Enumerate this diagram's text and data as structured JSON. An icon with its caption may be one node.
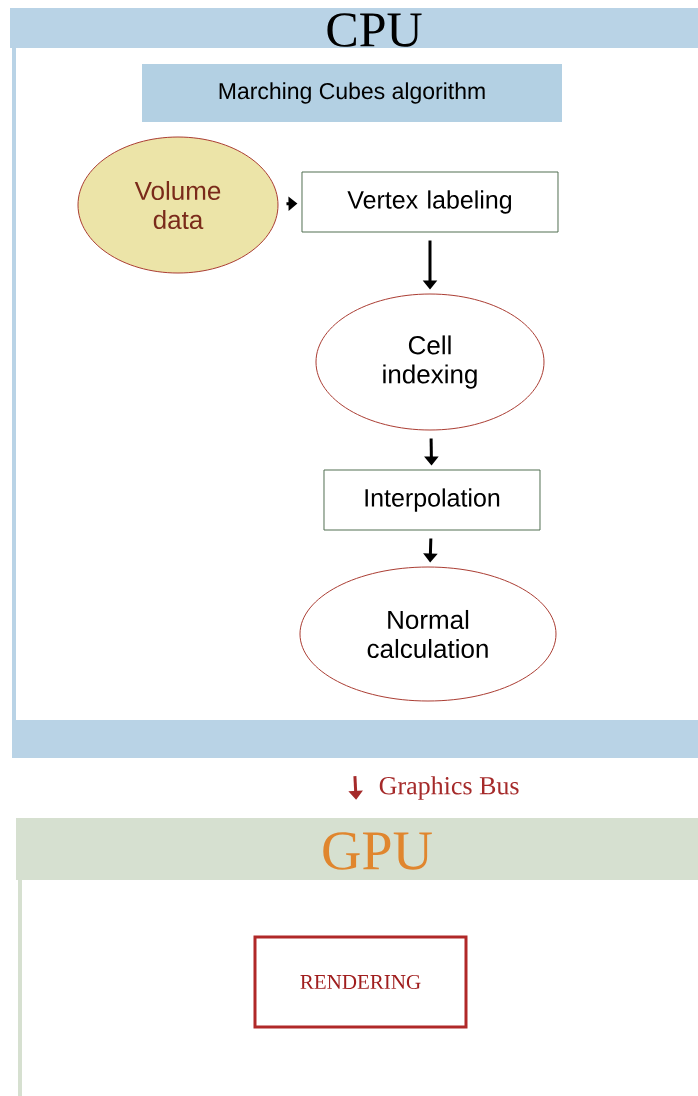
{
  "diagram": {
    "nodes": [
      {
        "text": [
          "CPU"
        ]
      },
      {
        "text": [
          "Marching Cubes algorithm"
        ],
        "in": 0
      },
      {
        "text": [
          "Volume data"
        ],
        "in": 0
      },
      {
        "text": [
          "Vertex labeling"
        ],
        "in": 0
      },
      {
        "text": [
          "Cell indexing"
        ],
        "in": 0
      },
      {
        "text": [
          "Interpolation"
        ],
        "in": 0
      },
      {
        "text": [
          "Normal calculation"
        ],
        "in": 0
      },
      {
        "text": [
          "GPU"
        ]
      },
      {
        "text": [
          "RENDERING"
        ],
        "in": 7
      }
    ],
    "edges": [
      {
        "from": 2,
        "to": 3,
        "arrow": "to"
      },
      {
        "from": 3,
        "to": 4,
        "arrow": "to"
      },
      {
        "from": 4,
        "to": 5,
        "arrow": "to"
      },
      {
        "from": 5,
        "to": 6,
        "arrow": "to"
      },
      {
        "from": 0,
        "to": 7,
        "arrow": "to",
        "label": "Graphics Bus",
        "color": "#a52a2a"
      }
    ]
  }
}
